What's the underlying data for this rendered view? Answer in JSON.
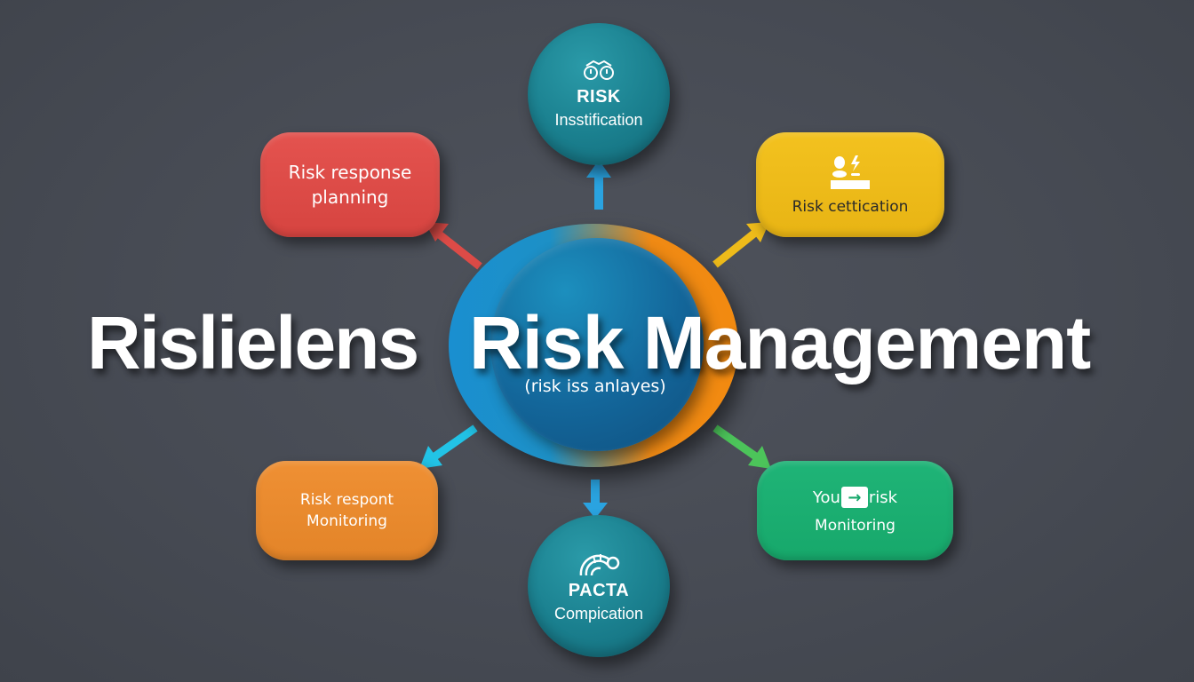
{
  "diagram": {
    "side_title": "Rislielens",
    "title": "Risk Management",
    "subtitle": "(risk iss anlayes)",
    "colors": {
      "background": "#4a4e57",
      "red": "#dc4b47",
      "yellow": "#eebb1a",
      "orange": "#e98a2e",
      "green": "#1aae71",
      "teal": "#1a7f8e",
      "center_blue": "#13669a",
      "ring_orange": "#f08a14",
      "arrow_blue": "#2aa3e0",
      "arrow_cyan": "#22c3e6",
      "arrow_green": "#4cc45a"
    },
    "nodes": {
      "top": {
        "icon": "risk-scale-icon",
        "title": "RISK",
        "label": "Insstification"
      },
      "top_left": {
        "label_line1": "Risk response",
        "label_line2": "planning"
      },
      "top_right": {
        "icon": "person-lightning-icon",
        "label": "Risk cettication"
      },
      "bottom_left": {
        "label_line1": "Risk respont",
        "label_line2": "Monitoring"
      },
      "bottom_right": {
        "icon_left": "You",
        "icon_arrow": "→",
        "icon_right": "risk",
        "label": "Monitoring"
      },
      "bottom": {
        "icon": "gauge-arc-icon",
        "title": "PACTA",
        "label": "Compication"
      }
    }
  }
}
